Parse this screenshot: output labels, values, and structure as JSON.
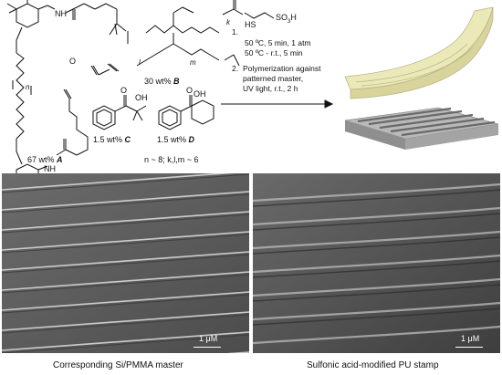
{
  "figure": {
    "molecule_A": {
      "amount": "67 wt%",
      "letter": "A"
    },
    "molecule_B": {
      "amount": "30 wt%",
      "letter": "B"
    },
    "molecule_C": {
      "amount": "1.5 wt%",
      "letter": "C"
    },
    "molecule_D": {
      "amount": "1.5 wt%",
      "letter": "D"
    },
    "atom_labels": {
      "nh": "NH",
      "o": "O",
      "oh": "OH",
      "hs": "HS",
      "so3h": "SO",
      "so3h_sub": "3",
      "so3h_end": "H"
    },
    "subscripts": {
      "n": "n",
      "k": "k",
      "l": "l",
      "m": "m"
    },
    "repeat_note": "n ~ 8; k,l,m ~ 6",
    "steps": {
      "step1_num": "1.",
      "step1_line1": "50 ºC, 5 min, 1 atm",
      "step1_line2": "50 ºC - r.t., 5 min",
      "step2_num": "2.",
      "step2_line1": "Polymerization against",
      "step2_line2": "patterned master,",
      "step2_line3": "UV light, r.t., 2 h"
    },
    "captions": {
      "left": "Corresponding Si/PMMA master",
      "right": "Sulfonic acid-modified PU stamp"
    },
    "scale_bars": {
      "left": "1 μM",
      "right": "1 μM"
    },
    "colors": {
      "stamp": "#ece9b8",
      "master": "#9a9a9a",
      "sem_dark": "#4a4a4a"
    }
  }
}
